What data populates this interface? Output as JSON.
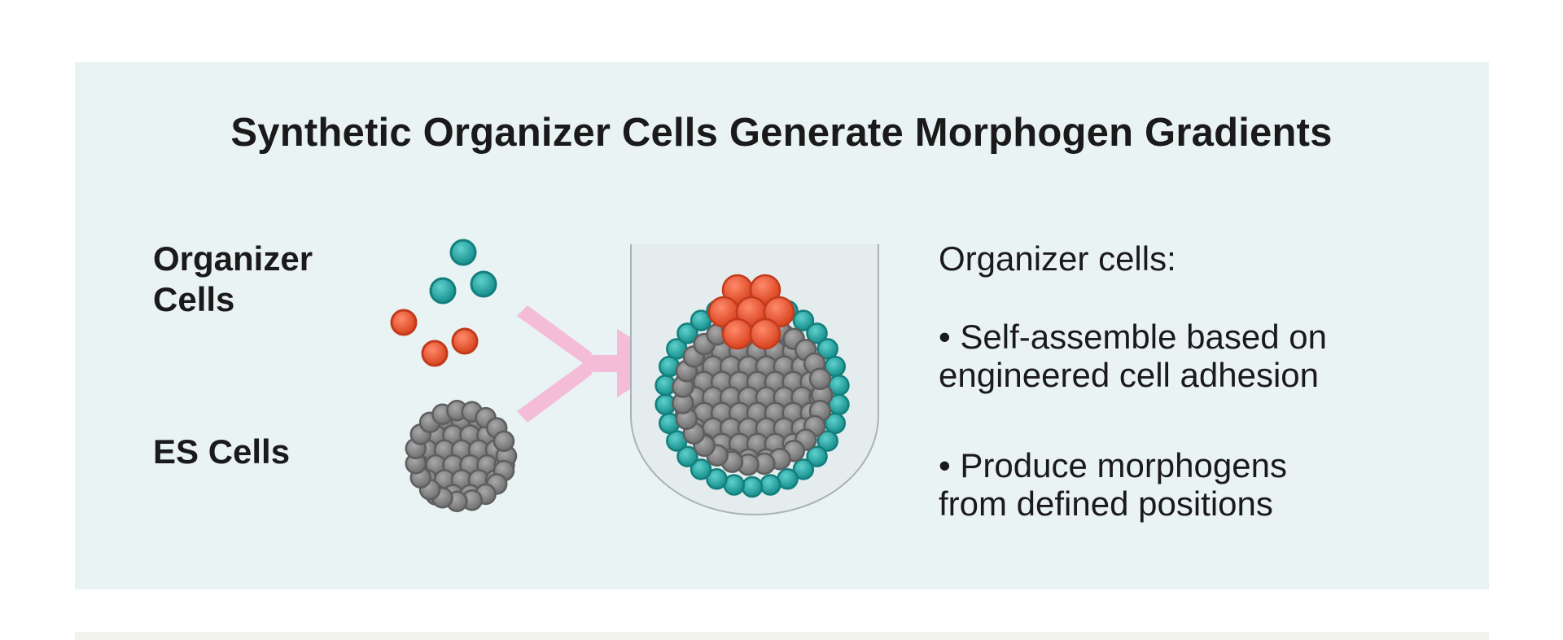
{
  "title": "Synthetic Organizer Cells Generate Morphogen Gradients",
  "labels": {
    "organizer_line1": "Organizer",
    "organizer_line2": "Cells",
    "es_cells": "ES Cells"
  },
  "description": {
    "heading": "Organizer cells:",
    "bullet1_line1": "• Self-assemble based on",
    "bullet1_line2": "engineered cell adhesion",
    "bullet2_line1": "• Produce morphogens",
    "bullet2_line2": "from defined positions"
  },
  "colors": {
    "panel": "#e9f3f4",
    "teal_cell": "#1fa7a5",
    "red_cell": "#ea5636",
    "gray_cell": "#8a8a8a",
    "arrow": "#f5bcd7",
    "well": "#e4eced"
  }
}
